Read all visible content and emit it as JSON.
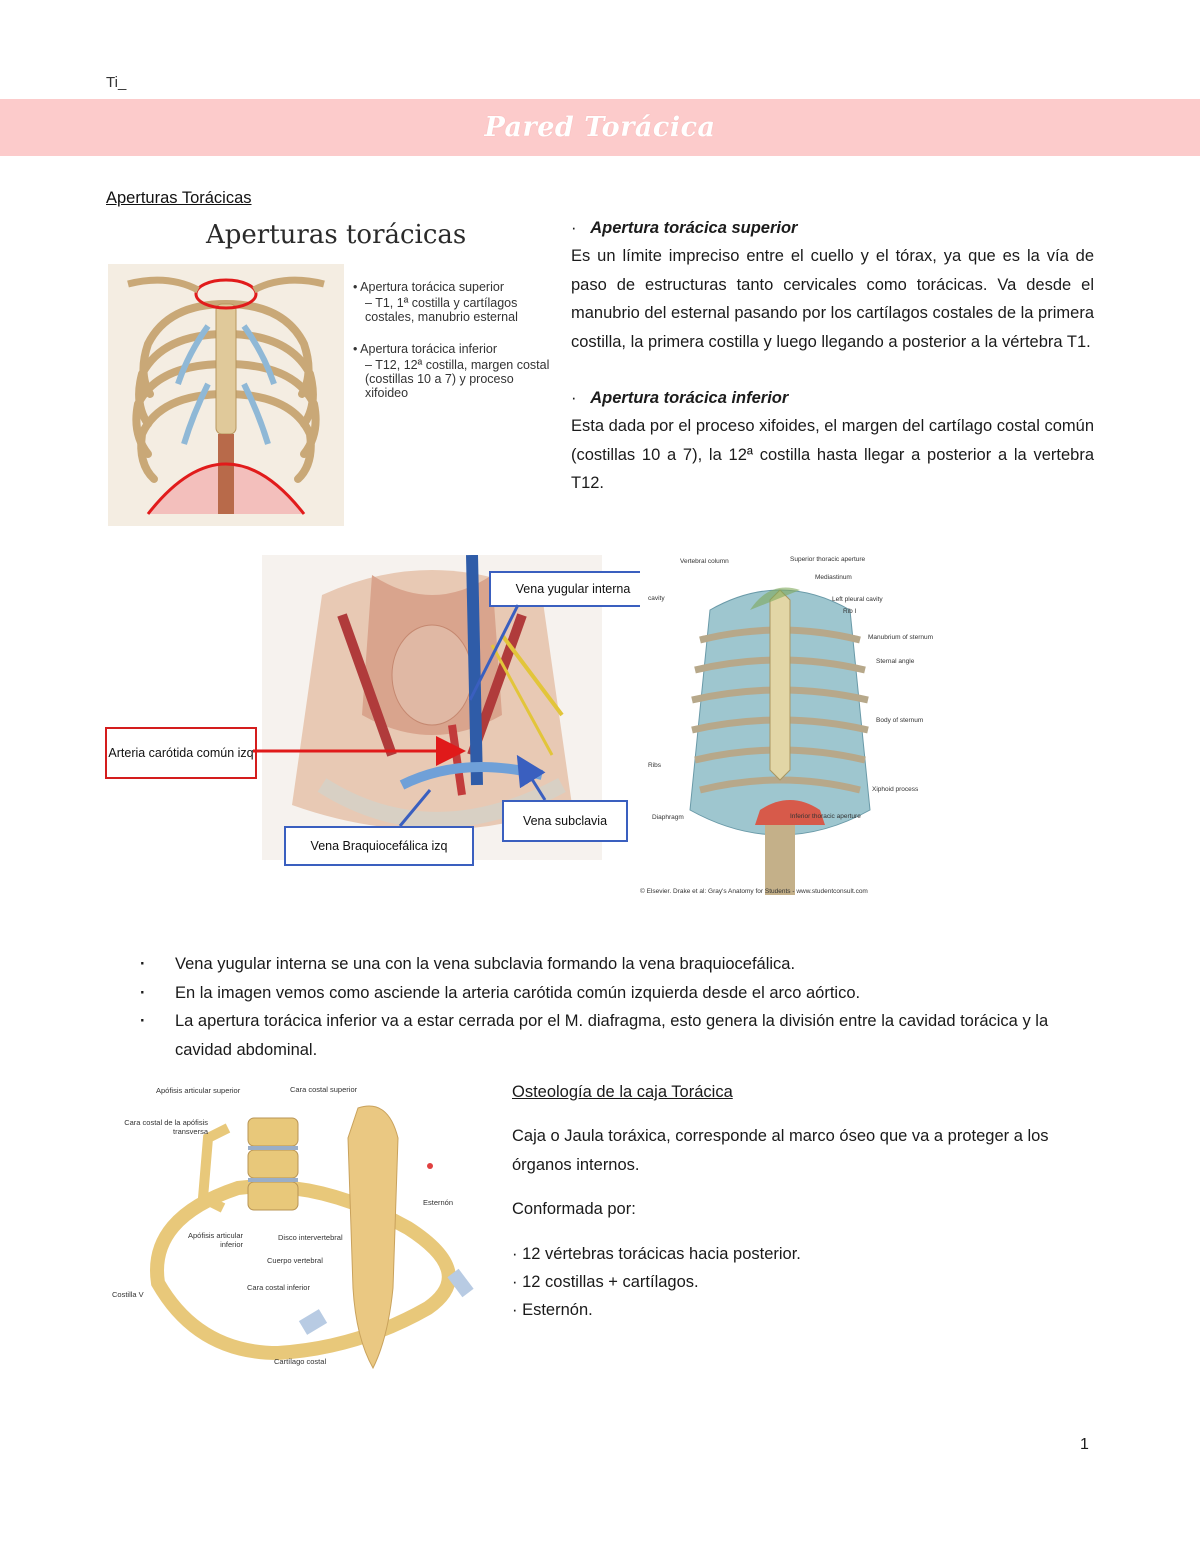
{
  "header": {
    "mark": "Ti_",
    "title": "Pared Torácica"
  },
  "section1": {
    "heading": "Aperturas Torácicas",
    "figure": {
      "title": "Aperturas torácicas",
      "items": [
        {
          "label": "Apertura torácica superior",
          "detail": "T1, 1ª costilla y cartílagos costales, manubrio esternal"
        },
        {
          "label": "Apertura torácica inferior",
          "detail": "T12, 12ª costilla, margen costal (costillas 10 a 7) y proceso xifoideo"
        }
      ]
    },
    "superior": {
      "label": "Apertura torácica superior",
      "text": "Es un límite impreciso entre el cuello y el tórax, ya que es la vía de paso de estructuras tanto cervicales como torácicas. Va desde el manubrio del esternal pasando por los cartílagos costales de la primera costilla, la primera costilla y luego llegando a posterior a la vértebra T1."
    },
    "inferior": {
      "label": "Apertura torácica inferior",
      "text": "Esta dada por el proceso xifoides, el margen del cartílago costal común (costillas 10 a 7), la 12ª costilla hasta llegar a posterior a la vertebra T12."
    }
  },
  "neck_figure": {
    "callouts": {
      "yugular": "Vena yugular interna",
      "carotida": "Arteria carótida común izq",
      "subclavia": "Vena subclavia",
      "braquio": "Vena Braquiocefálica izq"
    }
  },
  "thorax_figure": {
    "credit": "© Elsevier. Drake et al: Gray's Anatomy for Students - www.studentconsult.com",
    "labels": {
      "vertebral": "Vertebral column",
      "sup_ap": "Superior thoracic aperture",
      "mediastinum": "Mediastinum",
      "pleural": "Left pleural cavity",
      "rib1": "Rib I",
      "manubrium": "Manubrium of sternum",
      "angle": "Sternal angle",
      "body": "Body of sternum",
      "ribs": "Ribs",
      "xiphoid": "Xiphoid process",
      "diaphragm": "Diaphragm",
      "inf_ap": "Inferior thoracic aperture",
      "cavity": "cavity"
    }
  },
  "bullets": [
    "Vena yugular interna se una con la vena subclavia formando la vena braquiocefálica.",
    "En la imagen vemos como asciende la arteria carótida común izquierda desde el arco aórtico.",
    "La apertura torácica inferior va a estar cerrada por el M. diafragma, esto genera la división entre la cavidad torácica y la cavidad abdominal."
  ],
  "osteology": {
    "heading": "Osteología de la caja Torácica",
    "intro": "Caja o Jaula toráxica, corresponde al marco óseo que va a proteger a los órganos internos.",
    "conformada": "Conformada por:",
    "items": [
      "· 12 vértebras torácicas hacia posterior.",
      "· 12 costillas + cartílagos.",
      "· Esternón."
    ],
    "figure_labels": {
      "apof_sup": "Apófisis articular superior",
      "cara_sup": "Cara costal superior",
      "cara_trans": "Cara costal de la apófisis transversa",
      "esternon": "Esternón",
      "apof_inf": "Apófisis articular inferior",
      "disco": "Disco intervertebral",
      "cuerpo": "Cuerpo vertebral",
      "cara_inf": "Cara costal inferior",
      "costilla": "Costilla V",
      "cartilago": "Cartílago costal"
    }
  },
  "page_number": "1"
}
